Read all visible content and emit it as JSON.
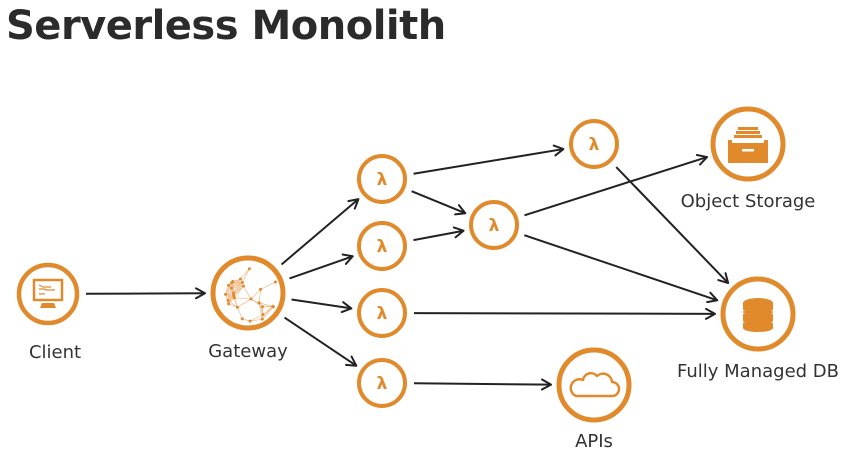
{
  "title": "Serverless Monolith",
  "colors": {
    "accent": "#e08a2c",
    "arrow": "#222222",
    "text": "#333333",
    "title": "#2b2b2b"
  },
  "nodes": {
    "client": {
      "label": "Client",
      "icon": "monitor-icon"
    },
    "gateway": {
      "label": "Gateway",
      "icon": "network-mesh-icon"
    },
    "lambda1": {
      "label": "λ",
      "icon": "lambda-icon"
    },
    "lambda2": {
      "label": "λ",
      "icon": "lambda-icon"
    },
    "lambda3": {
      "label": "λ",
      "icon": "lambda-icon"
    },
    "lambda4": {
      "label": "λ",
      "icon": "lambda-icon"
    },
    "lambda5": {
      "label": "λ",
      "icon": "lambda-icon"
    },
    "lambda6": {
      "label": "λ",
      "icon": "lambda-icon"
    },
    "storage": {
      "label": "Object Storage",
      "icon": "file-drawer-icon"
    },
    "db": {
      "label": "Fully Managed DB",
      "icon": "database-icon"
    },
    "apis": {
      "label": "APIs",
      "icon": "cloud-icon"
    }
  },
  "edges": [
    {
      "from": "client",
      "to": "gateway"
    },
    {
      "from": "gateway",
      "to": "lambda1"
    },
    {
      "from": "gateway",
      "to": "lambda2"
    },
    {
      "from": "gateway",
      "to": "lambda3"
    },
    {
      "from": "gateway",
      "to": "lambda4"
    },
    {
      "from": "lambda1",
      "to": "lambda6"
    },
    {
      "from": "lambda1",
      "to": "lambda5"
    },
    {
      "from": "lambda2",
      "to": "lambda5"
    },
    {
      "from": "lambda5",
      "to": "storage"
    },
    {
      "from": "lambda5",
      "to": "db"
    },
    {
      "from": "lambda6",
      "to": "db"
    },
    {
      "from": "lambda3",
      "to": "db"
    },
    {
      "from": "lambda4",
      "to": "apis"
    }
  ]
}
